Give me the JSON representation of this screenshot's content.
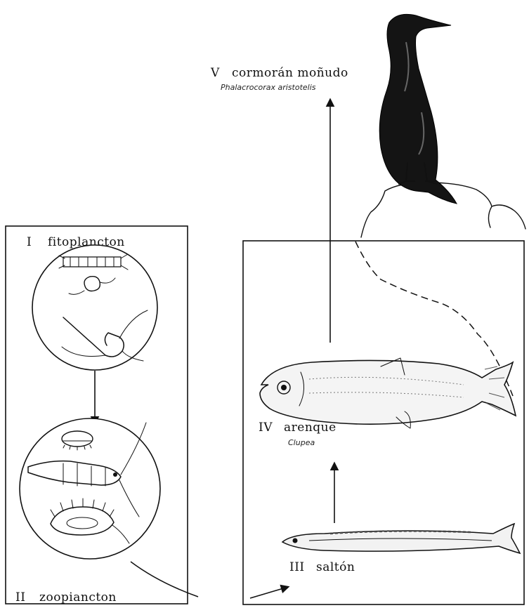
{
  "levels": [
    {
      "numeral": "I",
      "name": "fitoplancton"
    },
    {
      "numeral": "II",
      "name": "zoopiancton"
    },
    {
      "numeral": "III",
      "name": "saltón"
    },
    {
      "numeral": "IV",
      "name": "arenque",
      "scientific": "Clupea"
    },
    {
      "numeral": "V",
      "name": "cormorán moñudo",
      "scientific": "Phalacrocorax aristotelis"
    }
  ],
  "icons": {
    "phytoplankton": "diatom-chain-and-dinoflagellate-icon",
    "zooplankton": "copepod-and-larvae-icon",
    "sand_eel": "sand-eel-fish-icon",
    "herring": "herring-fish-icon",
    "cormorant": "cormorant-bird-icon"
  }
}
